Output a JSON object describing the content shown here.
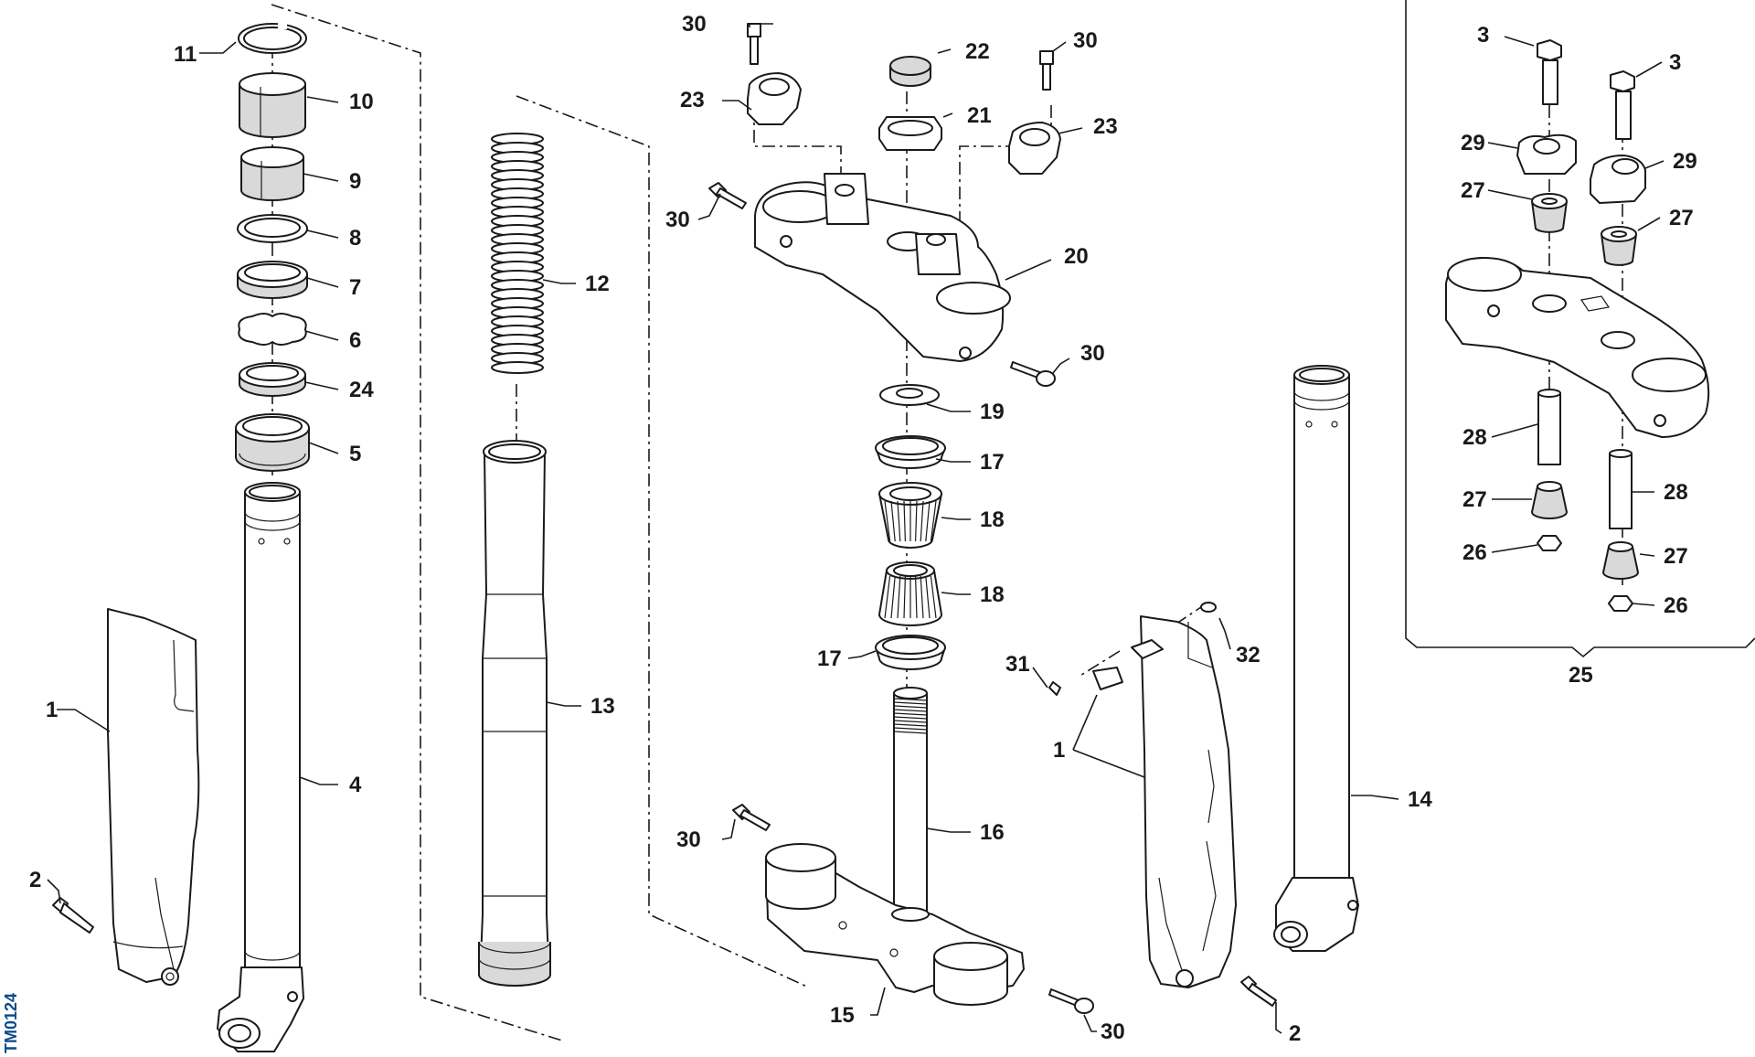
{
  "document_id": "TM0124",
  "colors": {
    "line": "#1a1a1a",
    "part_fill": "#ffffff",
    "shade_fill": "#d9d9d9",
    "id_text": "#0a4a8a"
  },
  "callouts": {
    "c1_left": "1",
    "c1_right": "1",
    "c2_left": "2",
    "c2_right": "2",
    "c3_a": "3",
    "c3_b": "3",
    "c4": "4",
    "c5": "5",
    "c6": "6",
    "c7": "7",
    "c8": "8",
    "c9": "9",
    "c10": "10",
    "c11": "11",
    "c12": "12",
    "c13": "13",
    "c14": "14",
    "c15": "15",
    "c16": "16",
    "c17_a": "17",
    "c17_b": "17",
    "c18_a": "18",
    "c18_b": "18",
    "c19": "19",
    "c20": "20",
    "c21": "21",
    "c22": "22",
    "c23_a": "23",
    "c23_b": "23",
    "c24": "24",
    "c25": "25",
    "c26_a": "26",
    "c26_b": "26",
    "c27_a": "27",
    "c27_b": "27",
    "c27_c": "27",
    "c27_d": "27",
    "c28_a": "28",
    "c28_b": "28",
    "c29_a": "29",
    "c29_b": "29",
    "c30_a": "30",
    "c30_b": "30",
    "c30_c": "30",
    "c30_d": "30",
    "c30_e": "30",
    "c30_f": "30",
    "c31": "31",
    "c32": "32"
  }
}
